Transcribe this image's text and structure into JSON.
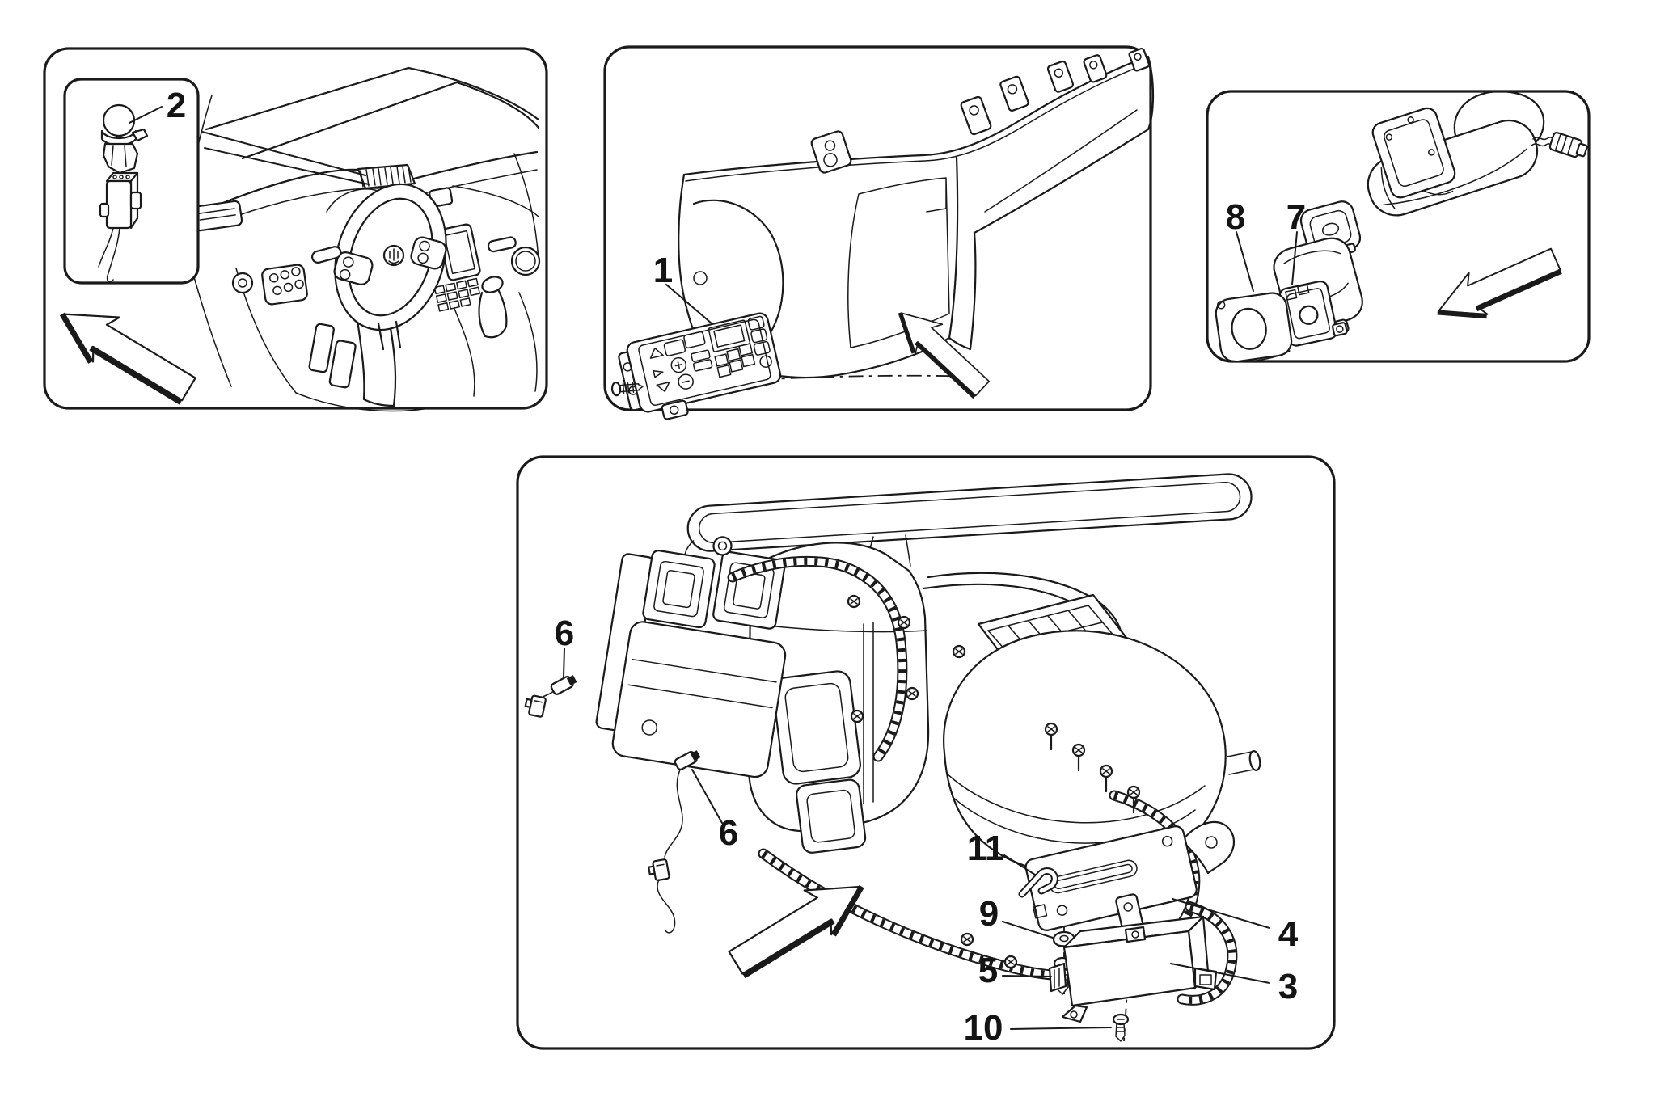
{
  "diagram": {
    "background": "#ffffff",
    "line_color": "#1a1a1a",
    "panels": [
      {
        "name": "interior-overview",
        "subject": "dashboard-with-steering-wheel-and-sun-sensor",
        "arrow_direction": "up-left",
        "callouts": [
          {
            "label": "2"
          }
        ]
      },
      {
        "name": "dashboard-trim",
        "subject": "center-trim-panel-with-climate-control-unit",
        "arrow_direction": "up-left",
        "callouts": [
          {
            "label": "1"
          }
        ]
      },
      {
        "name": "rearview-mirror",
        "subject": "rear-view-mirror-exploded-assembly",
        "arrow_direction": "down-left",
        "callouts": [
          {
            "label": "8"
          },
          {
            "label": "7"
          }
        ]
      },
      {
        "name": "hvac-unit",
        "subject": "heater-ventilation-unit-assembly",
        "arrow_direction": "up-right",
        "callouts": [
          {
            "label": "6"
          },
          {
            "label": "6"
          },
          {
            "label": "11"
          },
          {
            "label": "9"
          },
          {
            "label": "5"
          },
          {
            "label": "10"
          },
          {
            "label": "4"
          },
          {
            "label": "3"
          }
        ]
      }
    ]
  }
}
